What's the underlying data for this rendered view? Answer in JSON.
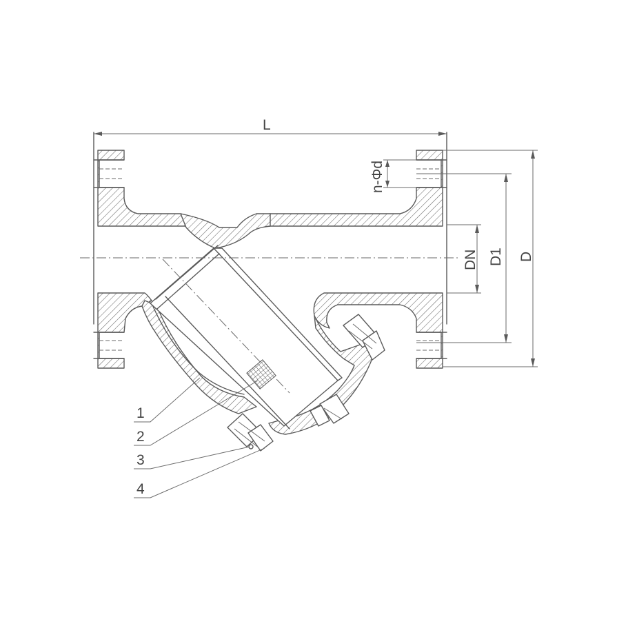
{
  "dimensions": {
    "length": "L",
    "bolt_holes": "n-Φd",
    "nominal_diameter": "DN",
    "bolt_circle": "D1",
    "flange_outer": "D"
  },
  "parts": [
    {
      "number": "1"
    },
    {
      "number": "2"
    },
    {
      "number": "3"
    },
    {
      "number": "4"
    }
  ],
  "colors": {
    "line": "#5a5a5a",
    "text": "#444444",
    "background": "#ffffff"
  }
}
